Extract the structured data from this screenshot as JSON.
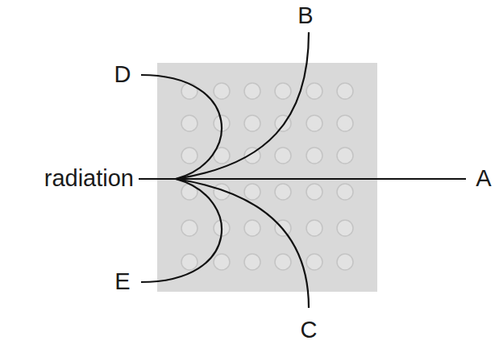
{
  "diagram": {
    "labels": [
      "radiation",
      "A",
      "B",
      "C",
      "D",
      "E"
    ]
  }
}
